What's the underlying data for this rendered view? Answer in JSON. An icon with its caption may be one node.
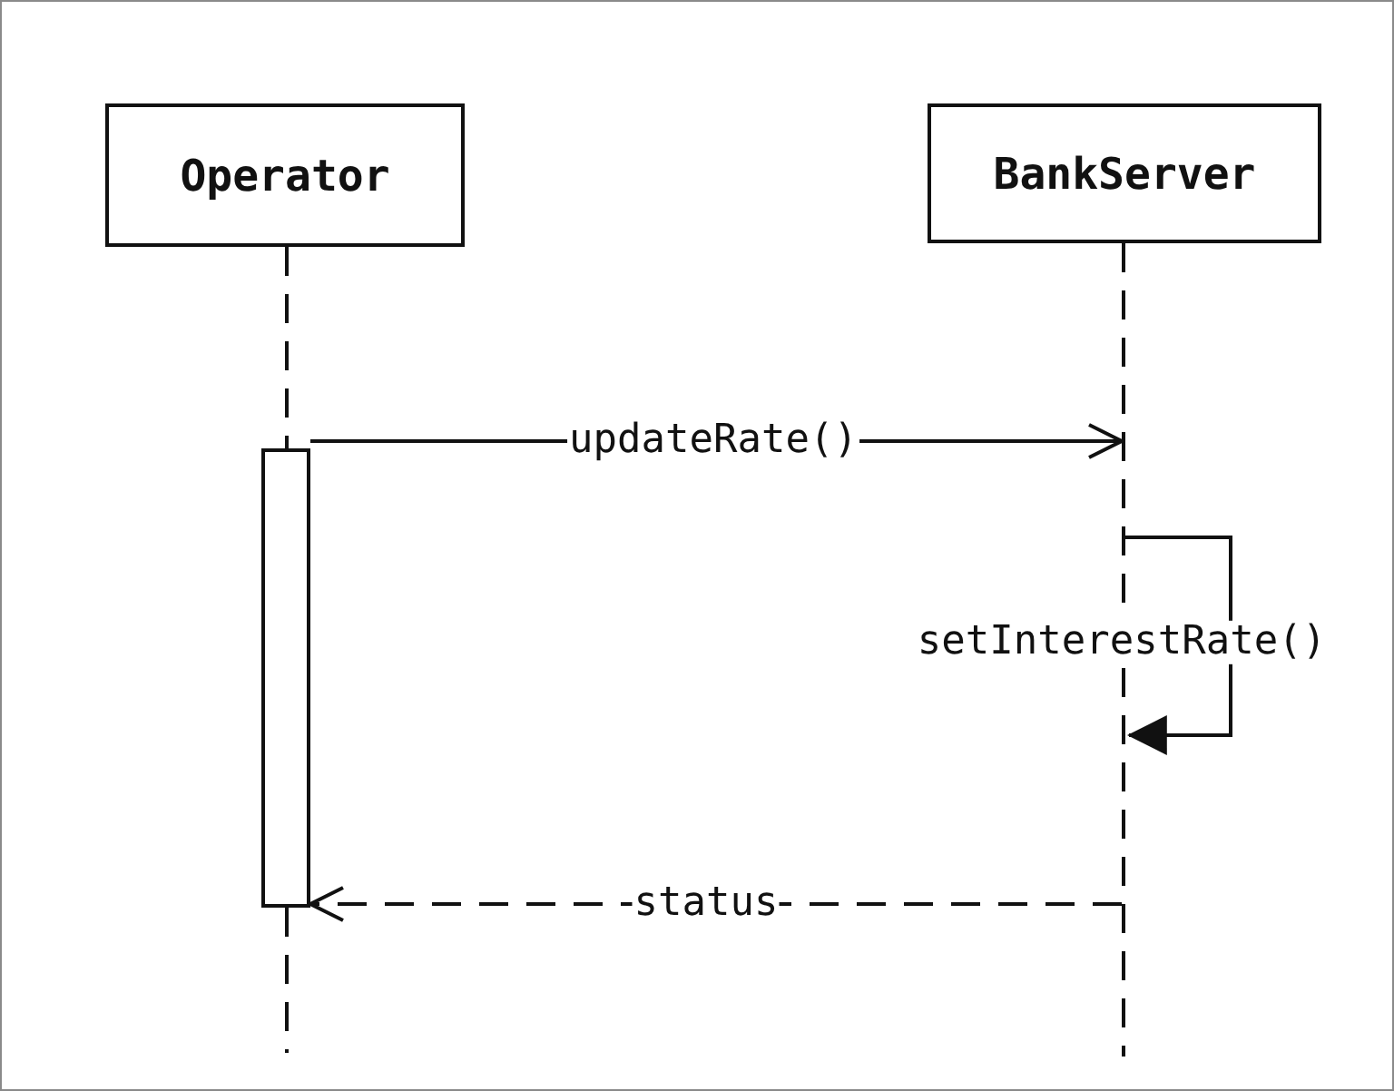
{
  "diagram": {
    "nodes": [
      {
        "text": [
          "Operator"
        ]
      },
      {
        "text": [
          "BankServer"
        ]
      },
      {
        "text": [],
        "shape": "line"
      },
      {
        "text": [],
        "shape": "bar"
      },
      {
        "text": [],
        "shape": "line"
      }
    ],
    "edges": [
      {
        "from": 3,
        "to": 4,
        "arrow": "to",
        "label": "updateRate()"
      },
      {
        "from": 4,
        "to": 4,
        "arrow": "to",
        "label": "setInterestRate()"
      },
      {
        "from": 4,
        "to": 3,
        "arrow": "to",
        "label": "status",
        "style": "dashed"
      }
    ]
  }
}
